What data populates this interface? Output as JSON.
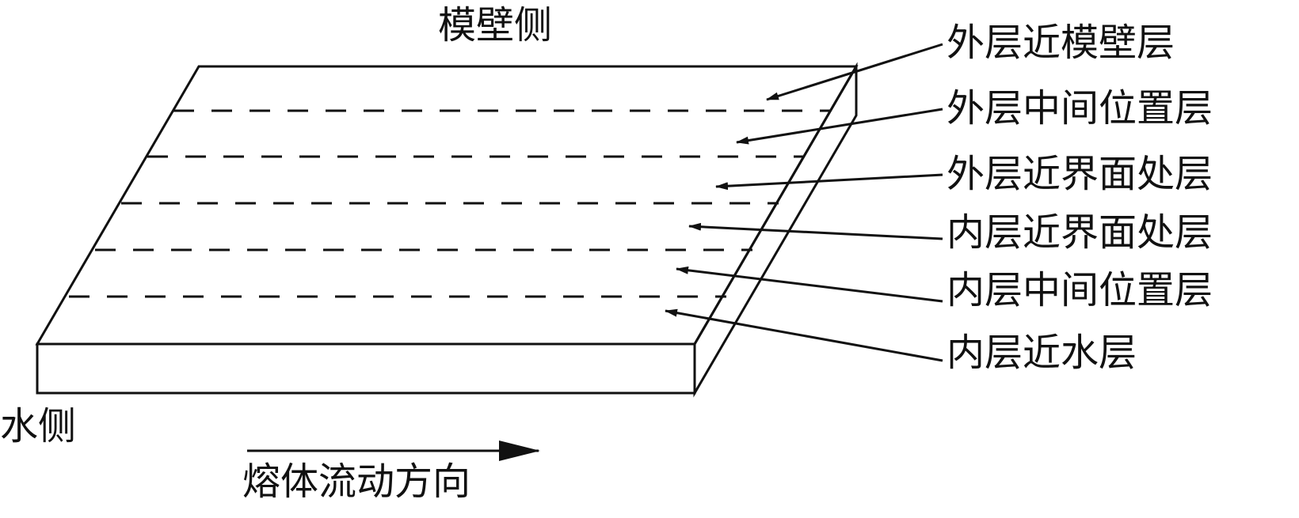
{
  "labels": {
    "top_side": "模壁侧",
    "water_side": "水侧",
    "flow_direction": "熔体流动方向"
  },
  "layers": [
    "外层近模壁层",
    "外层中间位置层",
    "外层近界面处层",
    "内层近界面处层",
    "内层中间位置层",
    "内层近水层"
  ],
  "colors": {
    "line": "#111111",
    "background": "#ffffff"
  }
}
